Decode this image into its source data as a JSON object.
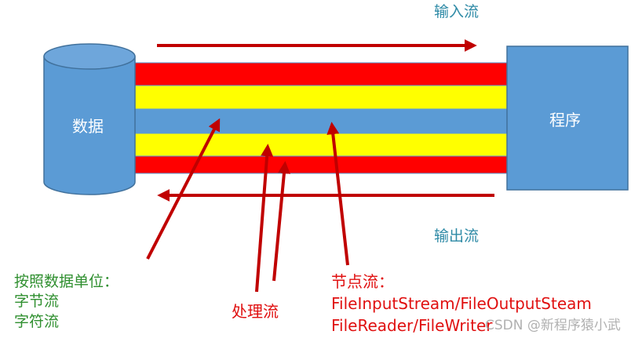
{
  "labels": {
    "input_stream": "输入流",
    "output_stream": "输出流",
    "data": "数据",
    "program": "程序",
    "processing_stream": "处理流"
  },
  "classify_by_unit": {
    "title": "按照数据单位：",
    "byte_stream": "字节流",
    "char_stream": "字符流"
  },
  "node_stream": {
    "title": "节点流：",
    "line1": "FileInputStream/FileOutputSteam",
    "line2": "FileReader/FileWriter"
  },
  "watermark": "CSDN @新程序猿小武",
  "colors": {
    "pipe_red": "#ff0000",
    "pipe_yellow": "#ffff00",
    "pipe_blue": "#5b9bd5",
    "arrow_dark_red": "#c00000",
    "label_teal": "#2e8aa6",
    "label_green": "#2f8f2f",
    "label_red": "#e01010"
  }
}
